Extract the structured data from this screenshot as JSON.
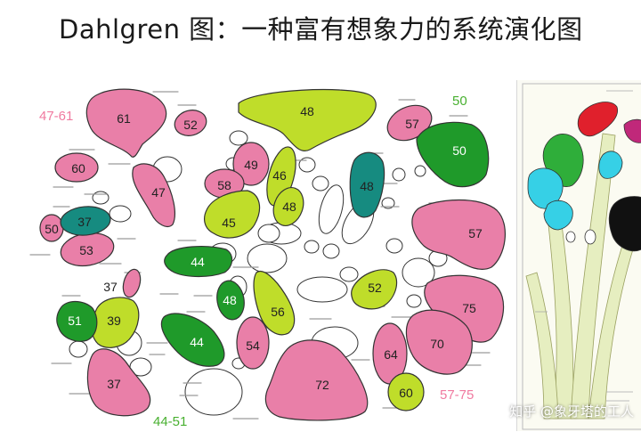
{
  "title": "Dahlgren 图：一种富有想象力的系统演化图",
  "watermark": "知乎 @象牙塔的工人",
  "colors": {
    "pink": "#e97fa8",
    "lime": "#bfdd2a",
    "green": "#1f9a2a",
    "teal": "#168b80",
    "white": "#ffffff",
    "range_pink": "#f07aa0",
    "range_green": "#48b030"
  },
  "range_labels": {
    "r_47_61": "47-61",
    "r_50": "50",
    "r_57_75": "57-75",
    "r_44_51": "44-51"
  },
  "blobs": {
    "b61": "61",
    "b52a": "52",
    "b48top": "48",
    "b57top": "57",
    "b50green": "50",
    "b60": "60",
    "b47": "47",
    "b49": "49",
    "b46": "46",
    "b58": "58",
    "b48teal": "48",
    "b45": "45",
    "b48lime": "48",
    "b37teal": "37",
    "b50left": "50",
    "b53": "53",
    "b57right": "57",
    "b44top": "44",
    "b37label": "37",
    "b51": "51",
    "b39": "39",
    "b48green": "48",
    "b56": "56",
    "b52right": "52",
    "b75": "75",
    "b44bot": "44",
    "b54": "54",
    "b70": "70",
    "b64": "64",
    "b37bot": "37",
    "b72": "72",
    "b60bot": "60"
  }
}
